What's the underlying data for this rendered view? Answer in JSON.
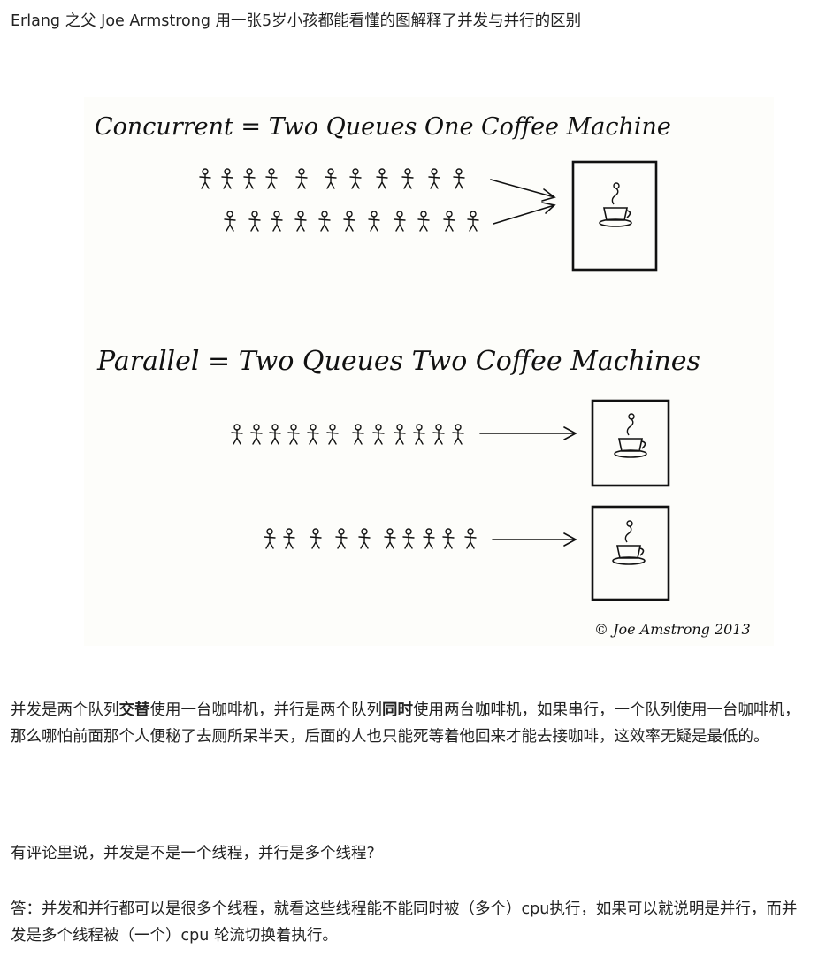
{
  "title": "Erlang 之父 Joe Armstrong 用一张5岁小孩都能看懂的图解释了并发与并行的区别",
  "figure": {
    "concurrent_heading": "Concurrent = Two Queues One Coffee Machine",
    "parallel_heading": "Parallel = Two Queues Two Coffee Machines",
    "signature": "© Joe Amstrong 2013",
    "icons": {
      "person": "stick-figure-icon",
      "arrow": "arrow-right-icon",
      "machine": "coffee-machine-icon",
      "cup": "coffee-cup-icon"
    }
  },
  "paragraph1": {
    "part1": "并发是两个队列",
    "bold1": "交替",
    "part2": "使用一台咖啡机，并行是两个队列",
    "bold2": "同时",
    "part3": "使用两台咖啡机，如果串行，一个队列使用一台咖啡机，那么哪怕前面那个人便秘了去厕所呆半天，后面的人也只能死等着他回来才能去接咖啡，这效率无疑是最低的。"
  },
  "paragraph2": "有评论里说，并发是不是一个线程，并行是多个线程?",
  "paragraph3": "答：并发和并行都可以是很多个线程，就看这些线程能不能同时被（多个）cpu执行，如果可以就说明是并行，而并发是多个线程被（一个）cpu 轮流切换着执行。"
}
